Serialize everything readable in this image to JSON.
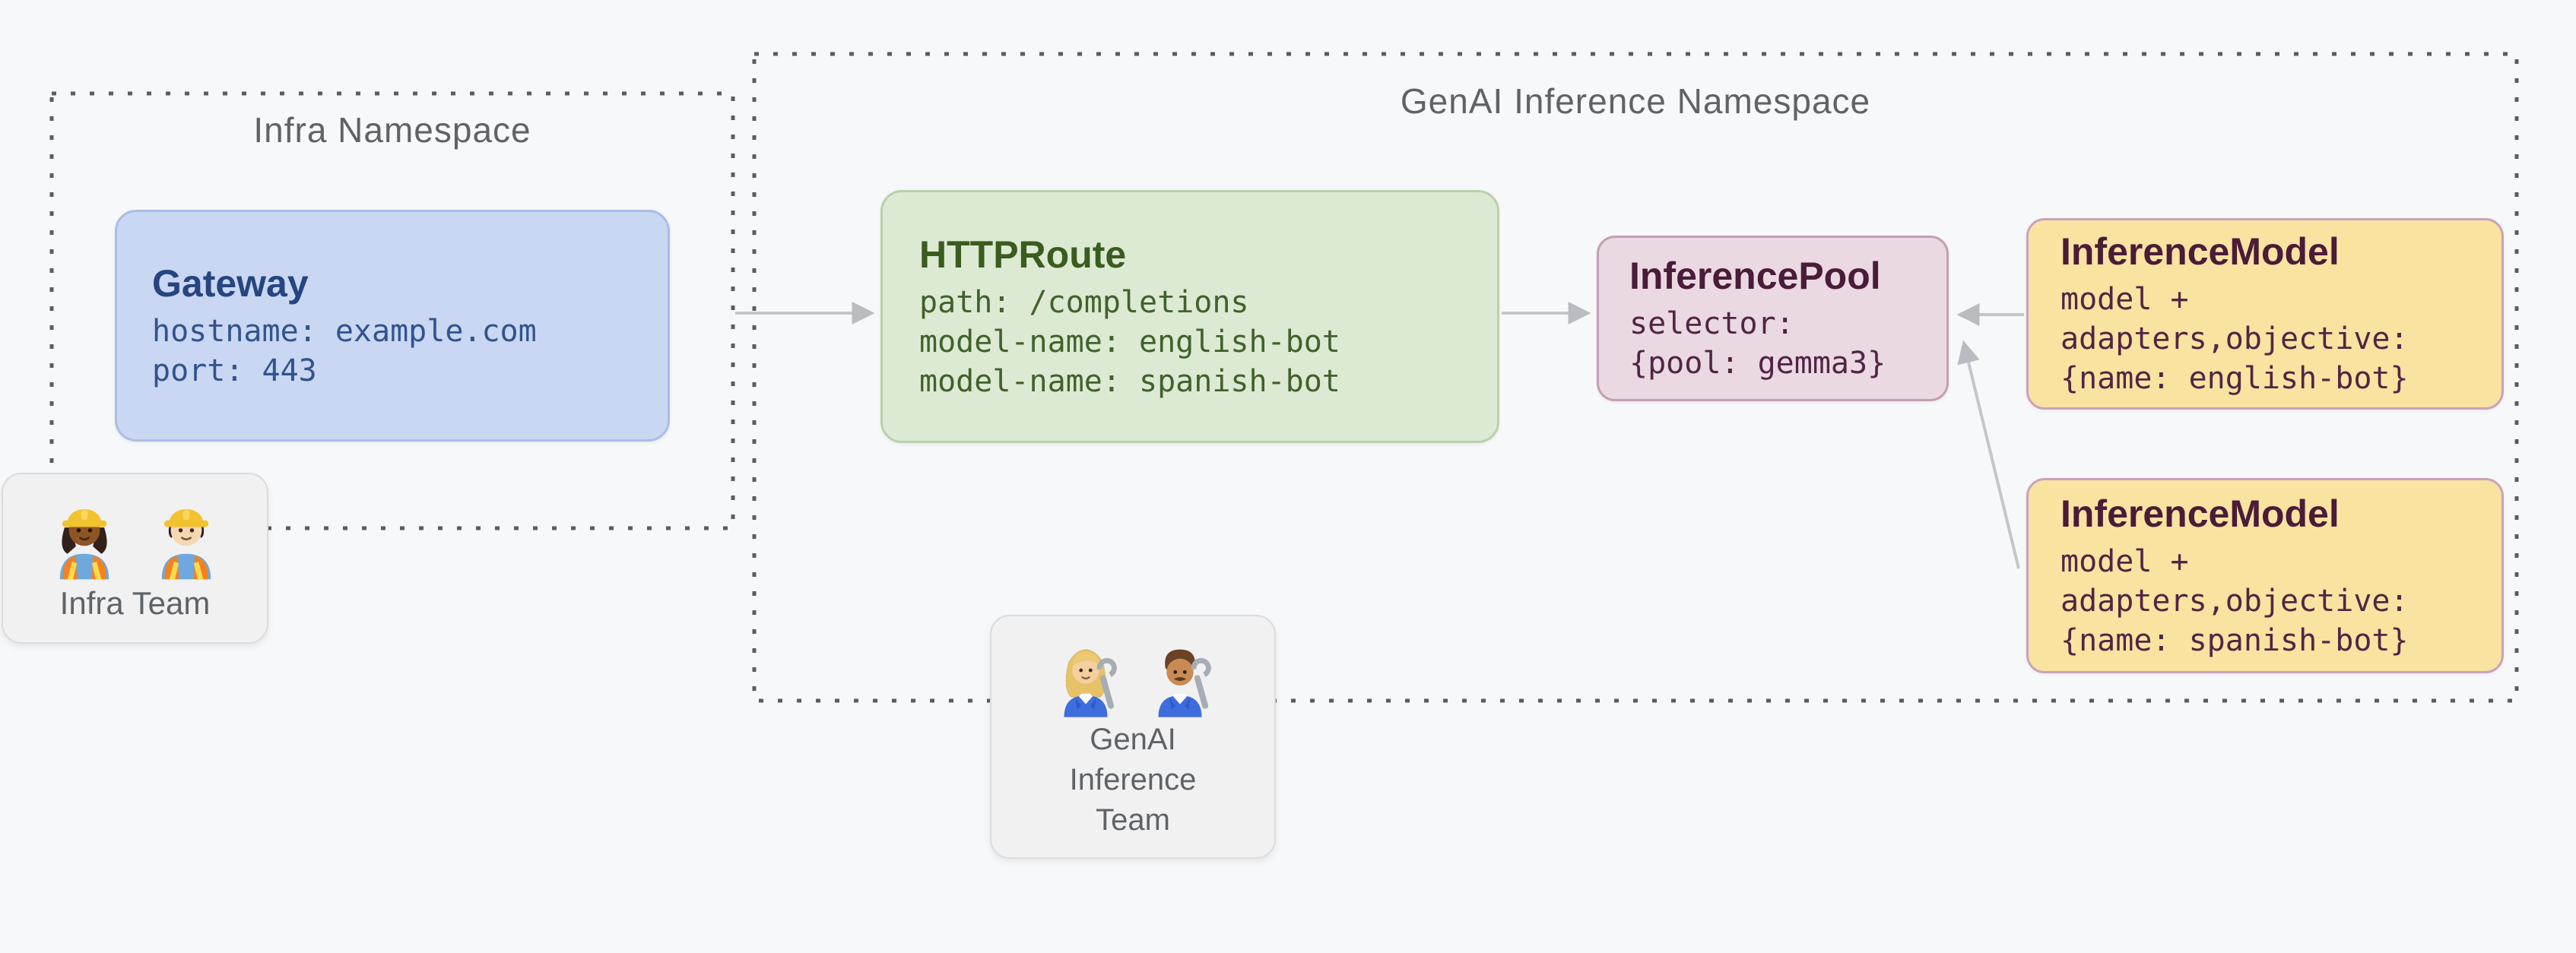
{
  "namespaces": {
    "infra": {
      "title": "Infra Namespace"
    },
    "genai": {
      "title": "GenAI Inference Namespace"
    }
  },
  "nodes": {
    "gateway": {
      "title": "Gateway",
      "lines": [
        "hostname: example.com",
        "port: 443"
      ],
      "fill": "#c9d7f2",
      "border": "#a9bde7",
      "text_color": "#2b4b88"
    },
    "httproute": {
      "title": "HTTPRoute",
      "lines": [
        "path: /completions",
        "model-name: english-bot",
        "model-name: spanish-bot"
      ],
      "fill": "#dcead3",
      "border": "#b9d1aa",
      "text_color": "#3c5e22"
    },
    "inference_pool": {
      "title": "InferencePool",
      "lines": [
        "selector:",
        "{pool: gemma3}"
      ],
      "fill": "#ead9e2",
      "border": "#c59eb5",
      "text_color": "#4d1e3d"
    },
    "inference_model_english": {
      "title": "InferenceModel",
      "lines": [
        "model +",
        "adapters,objective:",
        "{name: english-bot}"
      ],
      "fill": "#f9e3a1",
      "border": "#c9a3bc",
      "text_color": "#4d1e3d"
    },
    "inference_model_spanish": {
      "title": "InferenceModel",
      "lines": [
        "model +",
        "adapters,objective:",
        "{name: spanish-bot}"
      ],
      "fill": "#f9e3a1",
      "border": "#c9a3bc",
      "text_color": "#4d1e3d"
    }
  },
  "teams": {
    "infra": {
      "label": "Infra Team",
      "icons": [
        "woman-construction-worker-emoji",
        "man-construction-worker-emoji"
      ]
    },
    "genai": {
      "label_lines": [
        "GenAI",
        "Inference",
        "Team"
      ],
      "icons": [
        "woman-mechanic-emoji",
        "man-mechanic-emoji"
      ]
    }
  },
  "arrows": [
    {
      "from": "infra-namespace-gateway",
      "to": "httproute"
    },
    {
      "from": "httproute",
      "to": "inference-pool"
    },
    {
      "from": "inference-model-english",
      "to": "inference-pool"
    },
    {
      "from": "inference-model-spanish",
      "to": "inference-pool"
    }
  ],
  "colors": {
    "background": "#f7f8fa",
    "namespace_border": "#5c5c5c",
    "namespace_title": "#5f6368",
    "arrow": "#c4c6ca",
    "team_label": "#5f6368"
  }
}
